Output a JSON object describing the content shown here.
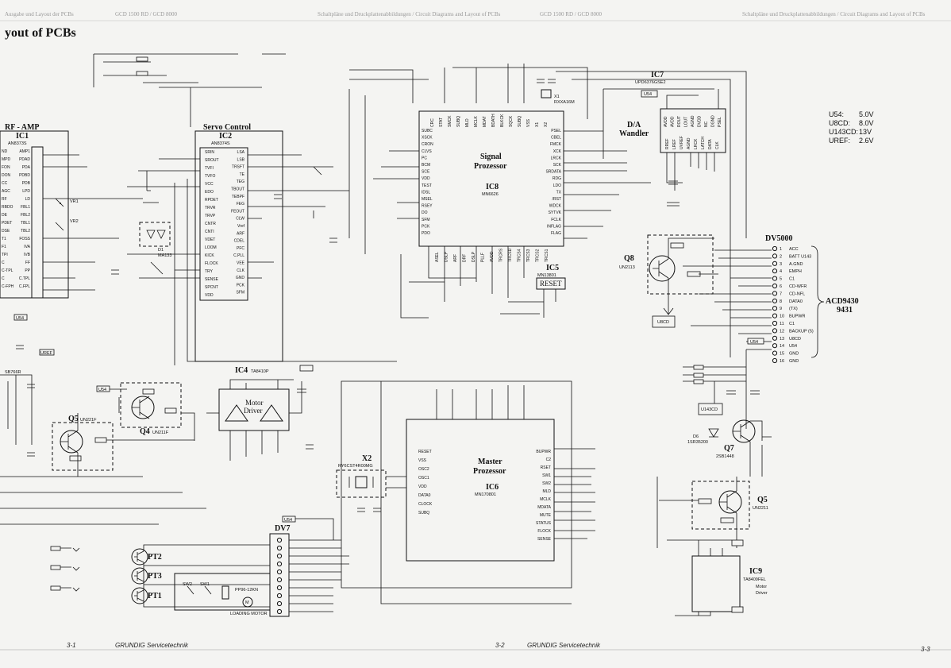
{
  "header": {
    "left_a": "Ausgabe und Layout der PCBs",
    "left_b": "GCD 1500 RD / GCD 8000",
    "mid_a": "Schaltpläne und Druckplattenabbildungen / Circuit Diagrams and Layout of PCBs",
    "mid_b": "GCD 1500 RD / GCD 8000",
    "right_a": "Schaltpläne und Druckplattenabbildungen / Circuit Diagrams and Layout of PCBs"
  },
  "page_title": "yout of PCBs",
  "blocks": {
    "rf_amp": {
      "title": "RF - AMP",
      "ref": "IC1",
      "part": "AN8373S"
    },
    "servo": {
      "title": "Servo Control",
      "ref": "IC2",
      "part": "AN8374S"
    },
    "signal": {
      "line1": "Signal",
      "line2": "Prozessor",
      "ref": "IC8",
      "part": "MN6626"
    },
    "ic7": {
      "ref": "IC7",
      "part": "UPD6376GSE2"
    },
    "da": {
      "line1": "D/A",
      "line2": "Wandler"
    },
    "ic5": {
      "ref": "IC5",
      "part": "MN13801",
      "reset": "RESET"
    },
    "ic4": {
      "ref": "IC4",
      "part": "TA8410P",
      "line1": "Motor",
      "line2": "Driver"
    },
    "master": {
      "line1": "Master",
      "line2": "Prozessor",
      "ref": "IC6",
      "part": "MN170801"
    },
    "dv5000": {
      "ref": "DV5000",
      "side1": "ACD9430",
      "side2": "9431"
    },
    "dv7": {
      "ref": "DV7"
    },
    "ic9": {
      "ref": "IC9",
      "part": "TA8409FEL",
      "line1": "Motor",
      "line2": "Driver"
    },
    "q8": {
      "ref": "Q8",
      "part": "UN2113"
    },
    "q5l": {
      "ref": "Q5",
      "part": "UN221F"
    },
    "q4": {
      "ref": "Q4",
      "part": "UN211F"
    },
    "q7": {
      "ref": "Q7",
      "part": "2SB1448"
    },
    "q5r": {
      "ref": "Q5",
      "part": "UN2211"
    },
    "x2": {
      "ref": "X2",
      "part": "RY6CST4R00MG"
    },
    "x1": {
      "ref": "X1",
      "part": "RXXA16M"
    },
    "loading": "LOADING MOTOR",
    "m_part": "PP96-12KN",
    "d1": {
      "ref": "D1",
      "part": "MA133"
    },
    "d6": {
      "ref": "D6",
      "part": "1SR35200"
    },
    "pt1": "PT1",
    "pt2": "PT2",
    "pt3": "PT3",
    "sw1": "SW1",
    "sw2": "SW2"
  },
  "supplies": {
    "rows": [
      {
        "name": "U54:",
        "value": "5.0V"
      },
      {
        "name": "U8CD:",
        "value": "8.0V"
      },
      {
        "name": "U143CD:",
        "value": "13V"
      },
      {
        "name": "UREF:",
        "value": "2.6V"
      }
    ]
  },
  "tags": {
    "u54": "U54",
    "u8cd": "U8CD",
    "u143cd": "U143CD",
    "uref": "UREF",
    "sb": "SB766R"
  },
  "dv5000_pins": [
    {
      "n": "1",
      "name": "ACC"
    },
    {
      "n": "2",
      "name": "BATT U143"
    },
    {
      "n": "3",
      "name": "A.GND"
    },
    {
      "n": "4",
      "name": "EMPH"
    },
    {
      "n": "5",
      "name": "C1"
    },
    {
      "n": "6",
      "name": "CD-WFR"
    },
    {
      "n": "7",
      "name": "CD-NFL"
    },
    {
      "n": "8",
      "name": "DATA0"
    },
    {
      "n": "9",
      "name": "(TX)"
    },
    {
      "n": "10",
      "name": "BUPWR"
    },
    {
      "n": "11",
      "name": "C1"
    },
    {
      "n": "12",
      "name": "BACKUP (5)"
    },
    {
      "n": "13",
      "name": "U8CD"
    },
    {
      "n": "14",
      "name": "U54"
    },
    {
      "n": "15",
      "name": "GND"
    },
    {
      "n": "16",
      "name": "GND"
    }
  ],
  "ic1_pins": [
    "AMP1",
    "PDAD",
    "PDA",
    "PDBD",
    "PDB",
    "LPD",
    "LD",
    "FBL1",
    "FBL2",
    "TBL1",
    "TBL2",
    "FOSS",
    "IVA",
    "IVB",
    "FF",
    "PP",
    "C.TPL",
    "C.FPL"
  ],
  "ic1_left": [
    "ND",
    "MPD",
    "FON",
    "DON",
    "CC",
    "AGC",
    "RF",
    "RBDO",
    "DE",
    "PDET",
    "DSE",
    "T1",
    "F1",
    "TPI",
    "C",
    "C-TPL",
    "C",
    "C-FPH"
  ],
  "ic2_left": [
    "SRIN",
    "SROUT",
    "TVFI",
    "TVFO",
    "VCC",
    "EDO",
    "RPDET",
    "TRVR",
    "TRVP",
    "CNTR",
    "CNTI",
    "VDET",
    "LOOM",
    "KICK",
    "FLOCK",
    "TRY",
    "SENSE",
    "SPCNT",
    "VDD"
  ],
  "ic2_right": [
    "LSA",
    "LSB",
    "TRSFT",
    "TE",
    "TEG",
    "TBOUT",
    "TEBPF",
    "FEG",
    "FEOUT",
    "CLW",
    "Vref",
    "ARF",
    "CDEL",
    "PFC",
    "C.PLL",
    "VEE",
    "CLK",
    "GND",
    "PCK",
    "SFM"
  ],
  "ic8_left": [
    "SUBC",
    "XSCK",
    "CRON",
    "CLVS",
    "PC",
    "BCM",
    "SCE",
    "VDD",
    "TEST",
    "IDSL",
    "MSEL",
    "RSEY",
    "DO",
    "SFM",
    "PCK",
    "PDO"
  ],
  "ic8_right": [
    "PSEL",
    "CBEL",
    "FMCK",
    "XCK",
    "LRCK",
    "SCK",
    "SRDATA",
    "RDG",
    "LDO",
    "TX",
    "/RST",
    "WDCK",
    "SYTVK",
    "FCLK",
    "INFLAG",
    "FLAG"
  ],
  "ic8_top": [
    "CRC",
    "STAT",
    "SMCK",
    "SUBQ",
    "MLD",
    "MCLK",
    "MDAT",
    "BDATH",
    "BLKCK",
    "SQCK",
    "SUBQ",
    "VSS",
    "X1",
    "X2"
  ],
  "ic8_bottom": [
    "ASEL",
    "DSLP",
    "ARF",
    "DRF",
    "DSLP",
    "PLLF",
    "AVDD",
    "TRCRS",
    "TRCSD",
    "TRCS4",
    "TRCS3",
    "TRCS2",
    "TRCS1"
  ],
  "ic6_left": [
    "RESET",
    "VSS",
    "OSC2",
    "OSC1",
    "VDD",
    "DATA0",
    "CLOCK",
    "SUBQ"
  ],
  "ic6_right": [
    "BUPWR",
    "C2",
    "RSET",
    "SW1",
    "SW2",
    "MLD",
    "MCLK",
    "MDATA",
    "MUTE",
    "STATUS",
    "FLOCK",
    "SENSE"
  ],
  "ic7_top": [
    "AVDD",
    "AVDD",
    "ROUT",
    "LOUT",
    "AGND",
    "DVDD",
    "NC",
    "DGND",
    "PSEL"
  ],
  "ic7_bottom": [
    "RREF",
    "LREF",
    "UVREF",
    "AGND",
    "LRCK",
    "LATCH",
    "DATA",
    "CLK"
  ],
  "footer": {
    "left_num": "3-1",
    "left_brand": "GRUNDIG Servicetechnik",
    "mid_num": "3-2",
    "mid_brand": "GRUNDIG Servicetechnik",
    "right_num": "3-3"
  }
}
